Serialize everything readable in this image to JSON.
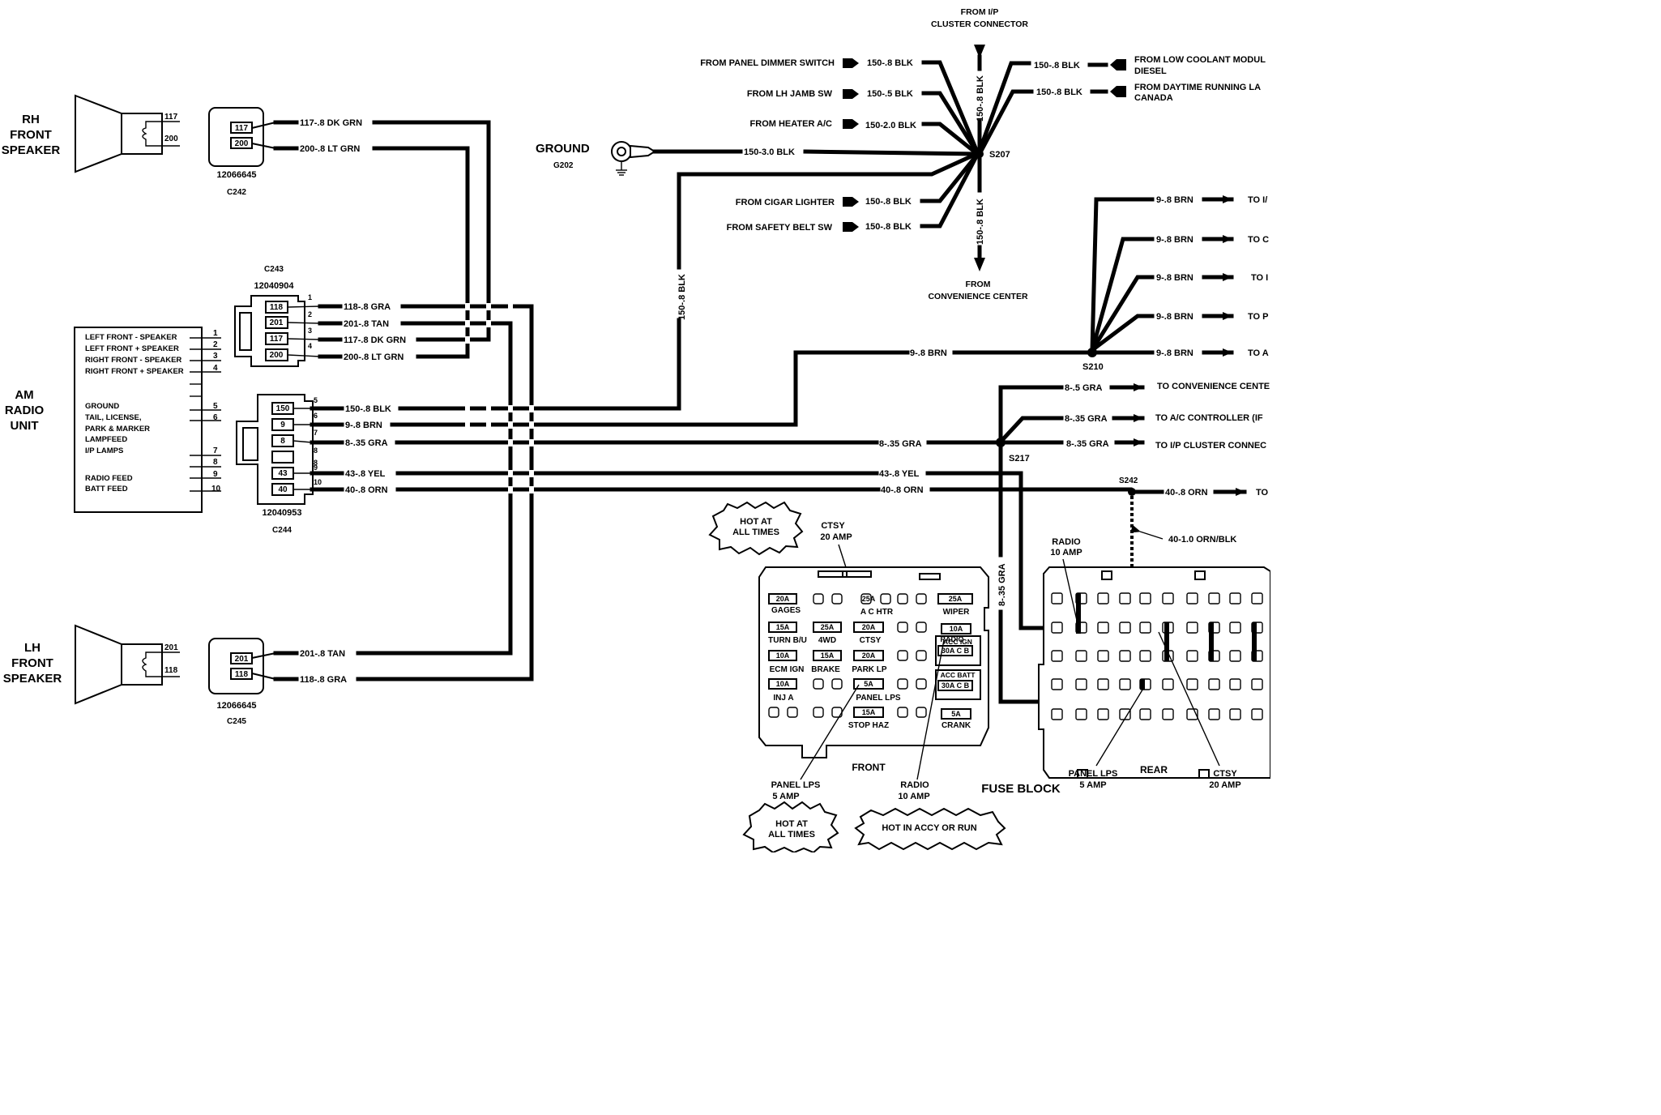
{
  "rh_speaker": {
    "title_lines": [
      "RH",
      "FRONT",
      "SPEAKER"
    ],
    "pins": [
      "117",
      "200"
    ]
  },
  "lh_speaker": {
    "title_lines": [
      "LH",
      "FRONT",
      "SPEAKER"
    ],
    "pins": [
      "201",
      "118"
    ]
  },
  "c242": {
    "pins": [
      "117",
      "200"
    ],
    "part": "12066645",
    "name": "C242",
    "wires": [
      "117-.8 DK GRN",
      "200-.8 LT GRN"
    ]
  },
  "c245": {
    "pins": [
      "201",
      "118"
    ],
    "part": "12066645",
    "name": "C245",
    "wires": [
      "201-.8 TAN",
      "118-.8 GRA"
    ]
  },
  "radio": {
    "title_lines": [
      "AM",
      "RADIO",
      "UNIT"
    ],
    "labels": [
      "LEFT FRONT - SPEAKER",
      "LEFT FRONT + SPEAKER",
      "RIGHT FRONT - SPEAKER",
      "RIGHT FRONT + SPEAKER",
      "GROUND",
      "TAIL, LICENSE,",
      "PARK & MARKER",
      "LAMPFEED",
      "I/P LAMPS",
      "RADIO FEED",
      "BATT FEED"
    ],
    "pin_numbers": [
      "1",
      "2",
      "3",
      "4",
      "5",
      "6",
      "7",
      "8",
      "9",
      "10"
    ]
  },
  "c243": {
    "name": "C243",
    "part": "12040904",
    "pins": [
      "118",
      "201",
      "117",
      "200"
    ],
    "pin_numbers": [
      "1",
      "2",
      "3",
      "4"
    ],
    "wires": [
      "118-.8 GRA",
      "201-.8 TAN",
      "117-.8 DK GRN",
      "200-.8 LT GRN"
    ]
  },
  "c244": {
    "part": "12040953",
    "name": "C244",
    "pins": [
      "150",
      "9",
      "8",
      "43",
      "40"
    ],
    "pin_numbers": [
      "5",
      "6",
      "7",
      "8",
      "8",
      "9",
      "10"
    ],
    "wires": [
      "150-.8 BLK",
      "9-.8 BRN",
      "8-.35 GRA",
      "43-.8 YEL",
      "40-.8 ORN"
    ]
  },
  "ground": {
    "label": "GROUND",
    "name": "G202",
    "wire": "150-3.0 BLK",
    "vertical_wire": "150-.8 BLK"
  },
  "s207": {
    "name": "S207",
    "top_label_lines": [
      "FROM I/P",
      "CLUSTER CONNECTOR"
    ],
    "bottom_label_lines": [
      "FROM",
      "CONVENIENCE CENTER"
    ],
    "vertical_wire": "150-.8 BLK",
    "left_inputs": [
      {
        "source": "FROM PANEL DIMMER SWITCH",
        "wire": "150-.8 BLK"
      },
      {
        "source": "FROM LH JAMB SW",
        "wire": "150-.5 BLK"
      },
      {
        "source": "FROM HEATER A/C",
        "wire": "150-2.0 BLK"
      },
      {
        "source": "FROM CIGAR LIGHTER",
        "wire": "150-.8 BLK"
      },
      {
        "source": "FROM SAFETY BELT SW",
        "wire": "150-.8 BLK"
      }
    ],
    "right_inputs": [
      {
        "wire": "150-.8 BLK",
        "source_lines": [
          "FROM LOW COOLANT MODUL",
          "DIESEL"
        ]
      },
      {
        "wire": "150-.8 BLK",
        "source_lines": [
          "FROM DAYTIME RUNNING LA",
          "CANADA"
        ]
      }
    ]
  },
  "s210": {
    "name": "S210",
    "in_wire": "9-.8 BRN",
    "outputs": [
      {
        "wire": "9-.8 BRN",
        "dest": "TO I/"
      },
      {
        "wire": "9-.8 BRN",
        "dest": "TO C"
      },
      {
        "wire": "9-.8 BRN",
        "dest": "TO I"
      },
      {
        "wire": "9-.8 BRN",
        "dest": "TO P"
      },
      {
        "wire": "9-.8 BRN",
        "dest": "TO A"
      }
    ]
  },
  "s217": {
    "name": "S217",
    "in_wire": "8-.35 GRA",
    "vertical_wire": "8-.35 GRA",
    "outputs": [
      {
        "wire": "8-.5 GRA",
        "dest": "TO CONVENIENCE CENTE"
      },
      {
        "wire": "8-.35 GRA",
        "dest": "TO A/C CONTROLLER (IF"
      },
      {
        "wire": "8-.35 GRA",
        "dest": "TO I/P CLUSTER CONNEC"
      }
    ]
  },
  "yel_wire": "43-.8 YEL",
  "s242": {
    "name": "S242",
    "in_wire": "40-.8 ORN",
    "out_wire": "40-.8 ORN",
    "dest": "TO",
    "branch_wire": "40-1.0 ORN/BLK"
  },
  "fuse_block": {
    "title": "FUSE BLOCK",
    "front_label": "FRONT",
    "rear_label": "REAR",
    "burst_hot_top": [
      "HOT AT",
      "ALL TIMES"
    ],
    "burst_hot_bottom": [
      "HOT AT",
      "ALL TIMES"
    ],
    "burst_accy": "HOT IN ACCY OR RUN",
    "callouts": {
      "ctsy_front": [
        "CTSY",
        "20 AMP"
      ],
      "panel_lps_front": [
        "PANEL LPS",
        "5 AMP"
      ],
      "radio_front": [
        "RADIO",
        "10 AMP"
      ],
      "radio_rear": [
        "RADIO",
        "10 AMP"
      ],
      "panel_lps_rear": [
        "PANEL LPS",
        "5 AMP"
      ],
      "ctsy_rear": [
        "CTSY",
        "20 AMP"
      ]
    },
    "fuses": [
      {
        "amp": "20A",
        "name": "GAGES"
      },
      {
        "amp": "25A",
        "name": "A C HTR"
      },
      {
        "amp": "25A",
        "name": "WIPER"
      },
      {
        "amp": "15A",
        "name": "TURN B/U"
      },
      {
        "amp": "25A",
        "name": "4WD"
      },
      {
        "amp": "20A",
        "name": "CTSY"
      },
      {
        "amp": "10A",
        "name": "RADIO"
      },
      {
        "amp": "10A",
        "name": "ECM IGN"
      },
      {
        "amp": "15A",
        "name": "BRAKE"
      },
      {
        "amp": "20A",
        "name": "PARK LP"
      },
      {
        "amp": "10A",
        "name": "INJ A"
      },
      {
        "amp": "5A",
        "name": "PANEL LPS"
      },
      {
        "amp": "15A",
        "name": "STOP HAZ"
      },
      {
        "amp": "5A",
        "name": "CRANK"
      }
    ],
    "breakers": [
      {
        "label": "ACC IGN",
        "rating": "30A C B"
      },
      {
        "label": "ACC BATT",
        "rating": "30A C B"
      }
    ]
  }
}
